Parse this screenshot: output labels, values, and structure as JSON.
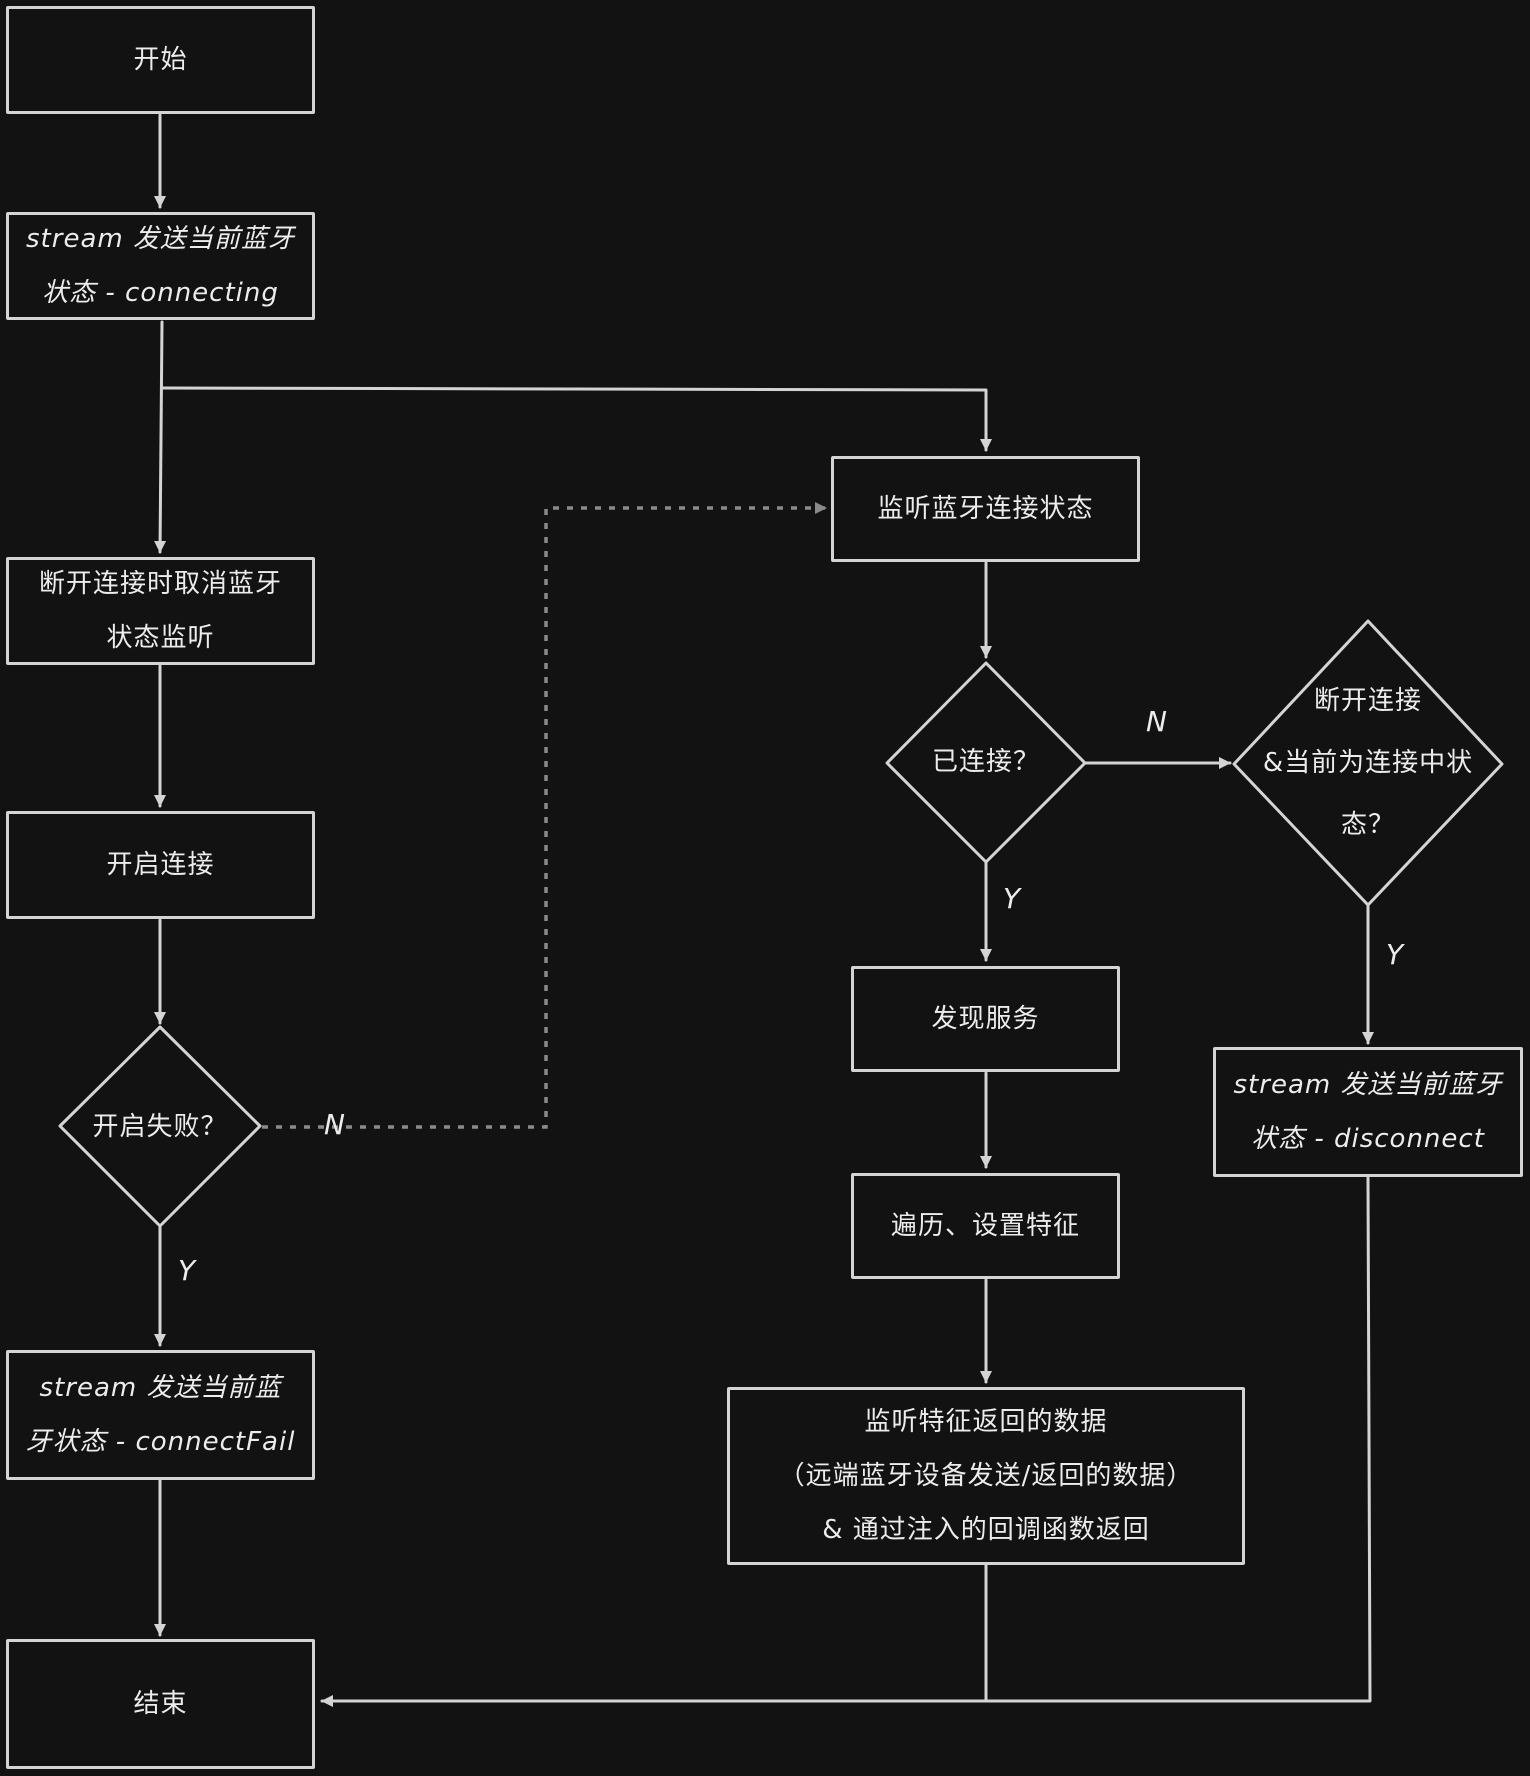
{
  "nodes": {
    "start": "开始",
    "send_connecting": [
      "stream 发送当前蓝牙",
      "状态 - connecting"
    ],
    "cancel_listen": [
      "断开连接时取消蓝牙",
      "状态监听"
    ],
    "open_connection": "开启连接",
    "open_failed": "开启失败？",
    "send_connect_fail": [
      "stream 发送当前蓝",
      "牙状态 - connectFail"
    ],
    "end": "结束",
    "listen_state": "监听蓝牙连接状态",
    "connected": "已连接？",
    "disconnect_check": [
      "断开连接",
      "&当前为连接中状",
      "态？"
    ],
    "discover_services": "发现服务",
    "iterate_characteristics": "遍历、设置特征",
    "listen_characteristic": [
      "监听特征返回的数据",
      "（远端蓝牙设备发送/返回的数据）",
      "& 通过注入的回调函数返回"
    ],
    "send_disconnect": [
      "stream 发送当前蓝牙",
      "状态 - disconnect"
    ]
  },
  "edge_labels": {
    "open_failed_yes": "Y",
    "open_failed_no": "N",
    "connected_yes": "Y",
    "connected_no": "N",
    "disconnect_yes": "Y"
  },
  "colors": {
    "background": "#121212",
    "stroke": "#d4d4d4",
    "dashed": "#8a8a8a",
    "text": "#ececec"
  }
}
